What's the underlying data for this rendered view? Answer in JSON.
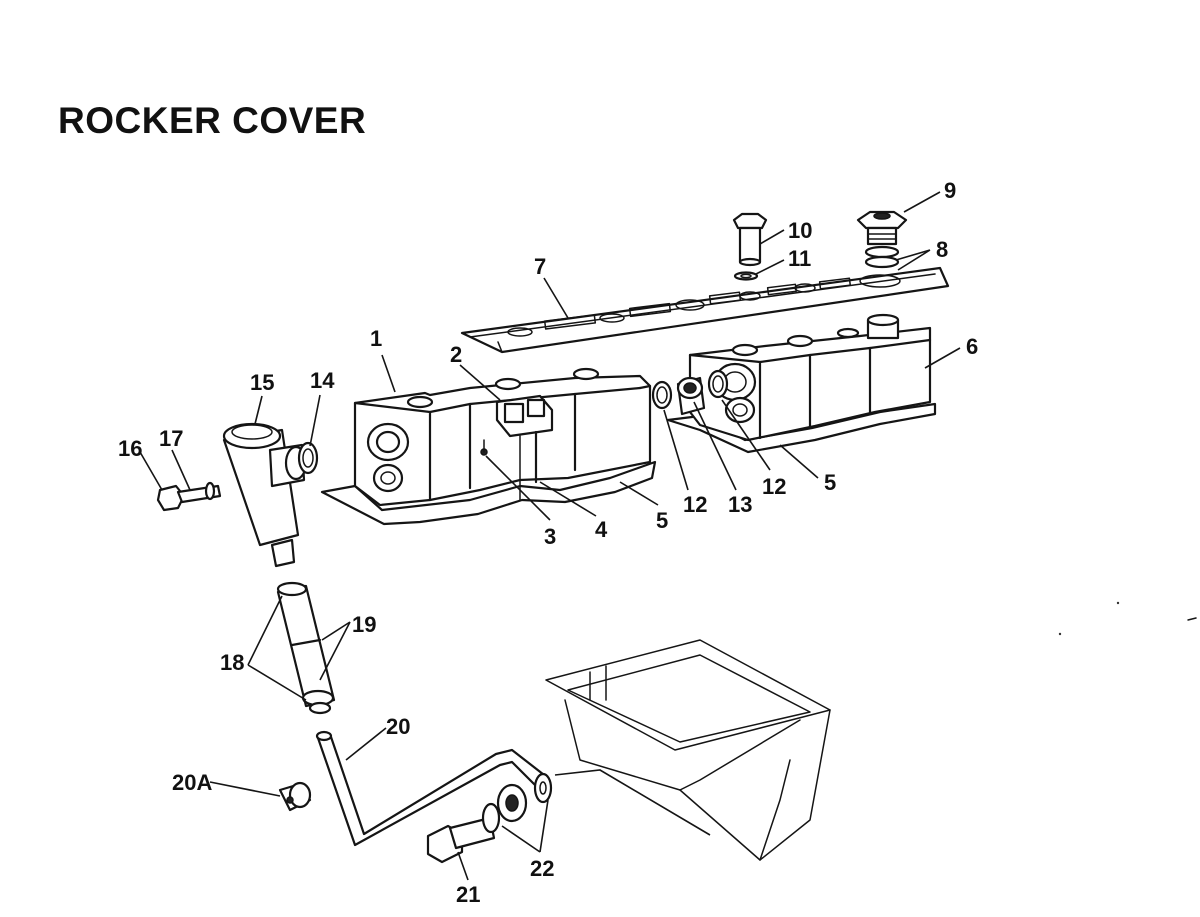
{
  "title": "ROCKER COVER",
  "callouts": [
    {
      "id": "1",
      "text": "1"
    },
    {
      "id": "2",
      "text": "2"
    },
    {
      "id": "3",
      "text": "3"
    },
    {
      "id": "4",
      "text": "4"
    },
    {
      "id": "5a",
      "text": "5"
    },
    {
      "id": "5b",
      "text": "5"
    },
    {
      "id": "6",
      "text": "6"
    },
    {
      "id": "7",
      "text": "7"
    },
    {
      "id": "8",
      "text": "8"
    },
    {
      "id": "9",
      "text": "9"
    },
    {
      "id": "10",
      "text": "10"
    },
    {
      "id": "11",
      "text": "11"
    },
    {
      "id": "12a",
      "text": "12"
    },
    {
      "id": "12b",
      "text": "12"
    },
    {
      "id": "13",
      "text": "13"
    },
    {
      "id": "14",
      "text": "14"
    },
    {
      "id": "15",
      "text": "15"
    },
    {
      "id": "16",
      "text": "16"
    },
    {
      "id": "17",
      "text": "17"
    },
    {
      "id": "18",
      "text": "18"
    },
    {
      "id": "19",
      "text": "19"
    },
    {
      "id": "20",
      "text": "20"
    },
    {
      "id": "20A",
      "text": "20A"
    },
    {
      "id": "21",
      "text": "21"
    },
    {
      "id": "22",
      "text": "22"
    }
  ]
}
